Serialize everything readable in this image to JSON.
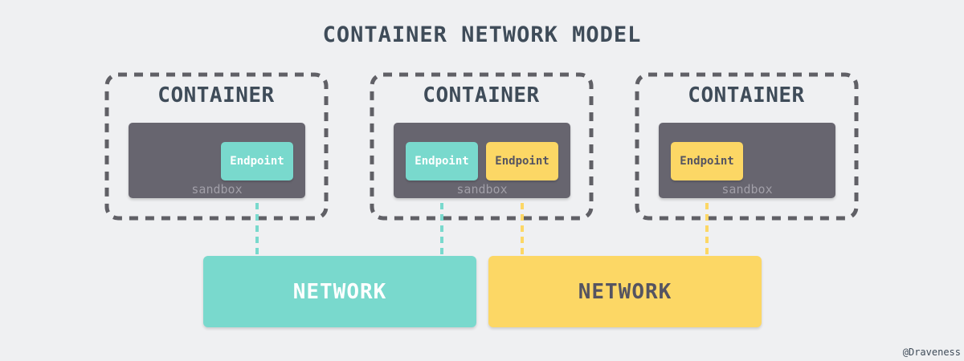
{
  "title": "CONTAINER NETWORK MODEL",
  "containers": [
    {
      "label": "CONTAINER",
      "sandbox_label": "sandbox",
      "endpoints": [
        {
          "label": "Endpoint",
          "network": "teal"
        }
      ]
    },
    {
      "label": "CONTAINER",
      "sandbox_label": "sandbox",
      "endpoints": [
        {
          "label": "Endpoint",
          "network": "teal"
        },
        {
          "label": "Endpoint",
          "network": "yellow"
        }
      ]
    },
    {
      "label": "CONTAINER",
      "sandbox_label": "sandbox",
      "endpoints": [
        {
          "label": "Endpoint",
          "network": "yellow"
        }
      ]
    }
  ],
  "networks": [
    {
      "label": "NETWORK",
      "color": "#79d9cd"
    },
    {
      "label": "NETWORK",
      "color": "#fcd765"
    }
  ],
  "colors": {
    "background": "#eff0f2",
    "teal": "#79d9cd",
    "yellow": "#fcd765",
    "sandbox": "#67656f",
    "dark_text": "#3f4c59",
    "dashed_border": "#606066"
  },
  "credit": "@Draveness"
}
